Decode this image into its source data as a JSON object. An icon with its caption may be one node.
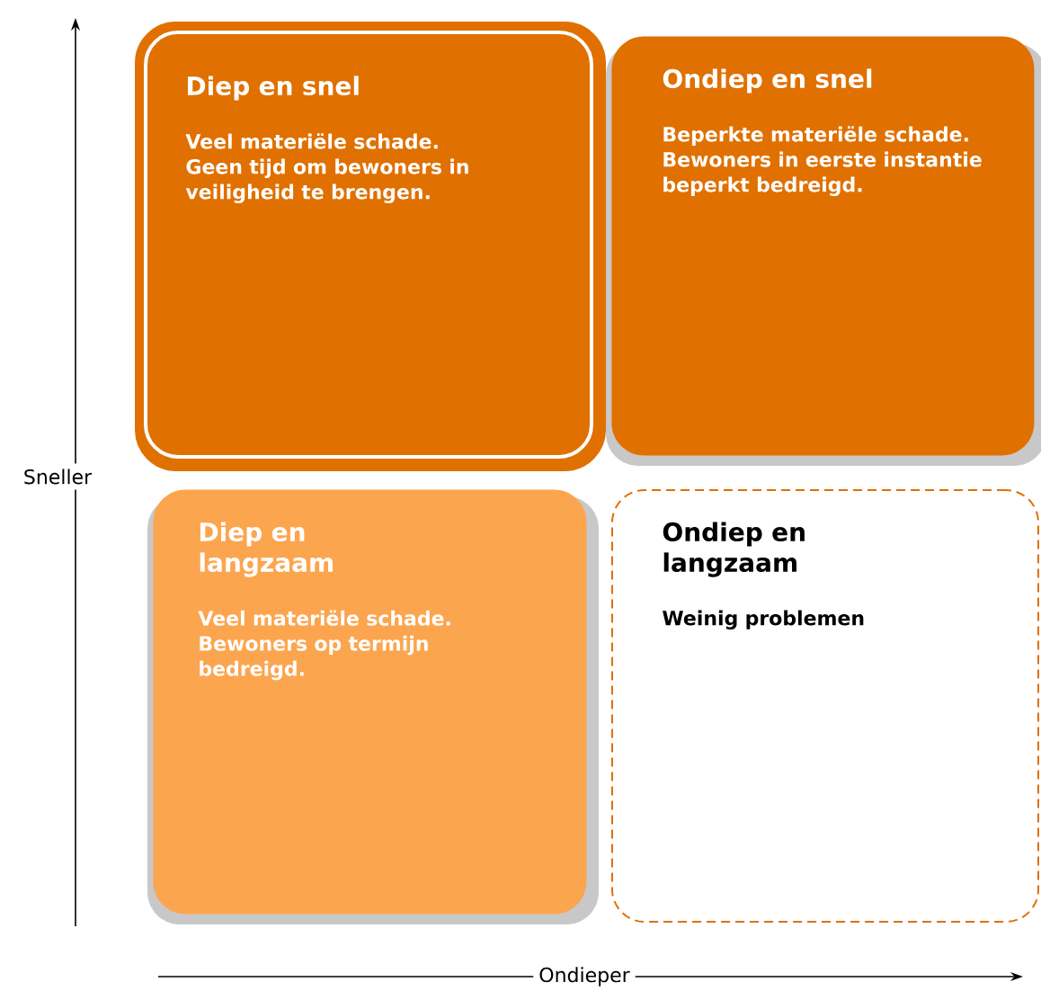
{
  "diagram": {
    "nodes": [
      {
        "text": [
          "Diep en snel",
          "Veel materiële schade. Geen tijd om bewoners in veiligheid te brengen."
        ]
      },
      {
        "text": [
          "Ondiep en snel",
          "Beperkte materiële schade. Bewoners in eerste instantie beperkt bedreigd."
        ]
      },
      {
        "text": [
          "Diep en langzaam",
          "Veel materiële schade. Bewoners op termijn bedreigd."
        ]
      },
      {
        "text": [
          "Ondiep en langzaam",
          "Weinig problemen"
        ]
      }
    ],
    "labels": [
      "Sneller",
      "Ondieper"
    ]
  }
}
